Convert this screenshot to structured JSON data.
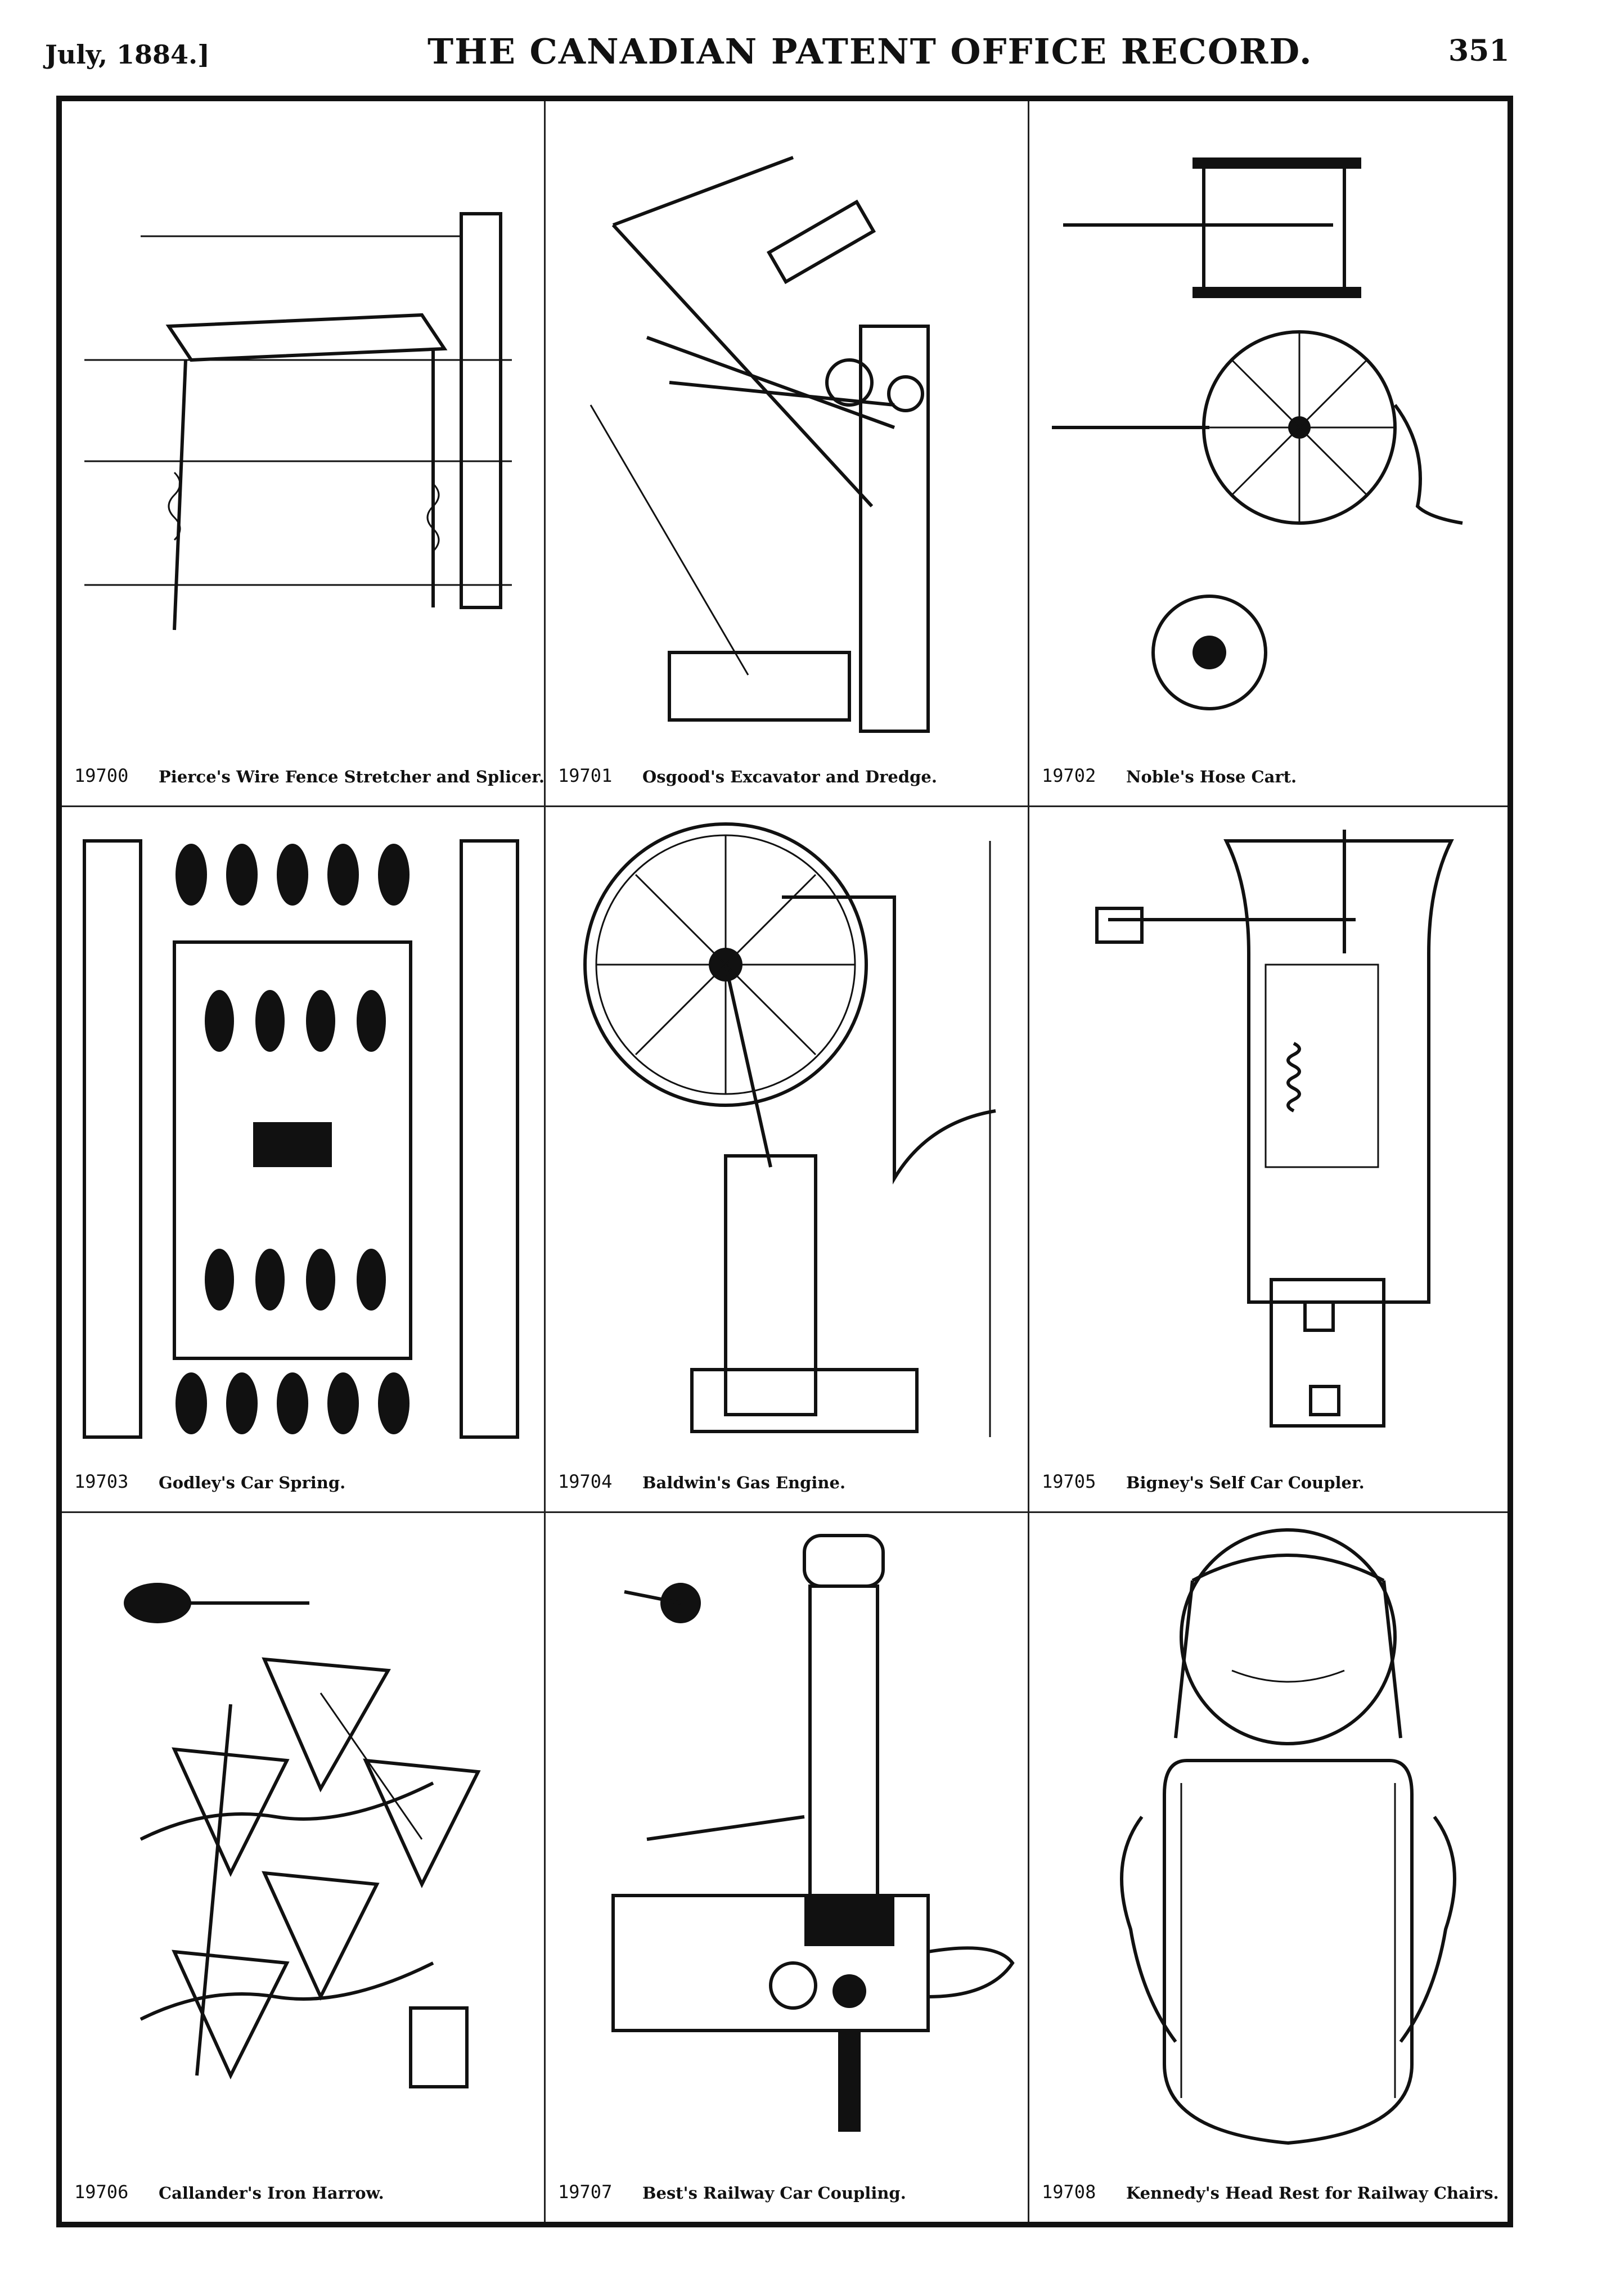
{
  "header": {
    "date": "July, 1884.]",
    "title": "THE CANADIAN PATENT OFFICE RECORD.",
    "page": "351"
  },
  "figures": [
    {
      "number": "19700",
      "title": "Pierce's Wire Fence Stretcher and Splicer.",
      "icon": "wire-fence-stretcher-drawing"
    },
    {
      "number": "19701",
      "title": "Osgood's Excavator and Dredge.",
      "icon": "excavator-dredge-drawing"
    },
    {
      "number": "19702",
      "title": "Noble's Hose Cart.",
      "icon": "hose-cart-drawing"
    },
    {
      "number": "19703",
      "title": "Godley's Car Spring.",
      "icon": "car-spring-drawing"
    },
    {
      "number": "19704",
      "title": "Baldwin's Gas Engine.",
      "icon": "gas-engine-drawing"
    },
    {
      "number": "19705",
      "title": "Bigney's Self Car Coupler.",
      "icon": "car-coupler-drawing"
    },
    {
      "number": "19706",
      "title": "Callander's Iron Harrow.",
      "icon": "iron-harrow-drawing"
    },
    {
      "number": "19707",
      "title": "Best's Railway Car Coupling.",
      "icon": "railway-coupling-drawing"
    },
    {
      "number": "19708",
      "title": "Kennedy's Head Rest for Railway Chairs.",
      "icon": "head-rest-drawing"
    }
  ]
}
